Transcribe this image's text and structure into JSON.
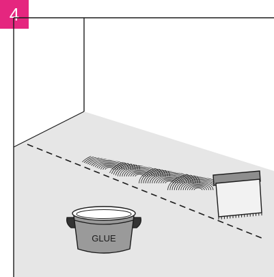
{
  "step": {
    "number": "4"
  },
  "bucket": {
    "label": "GLUE"
  },
  "colors": {
    "badge": "#e5267f",
    "floor": "#e6e6e6",
    "line": "#1a1a1a",
    "bucket_body": "#9a9a9a",
    "trowel_blade": "#f2f2f2"
  },
  "icons": {
    "bucket": "glue-bucket",
    "trowel": "notched-trowel"
  }
}
